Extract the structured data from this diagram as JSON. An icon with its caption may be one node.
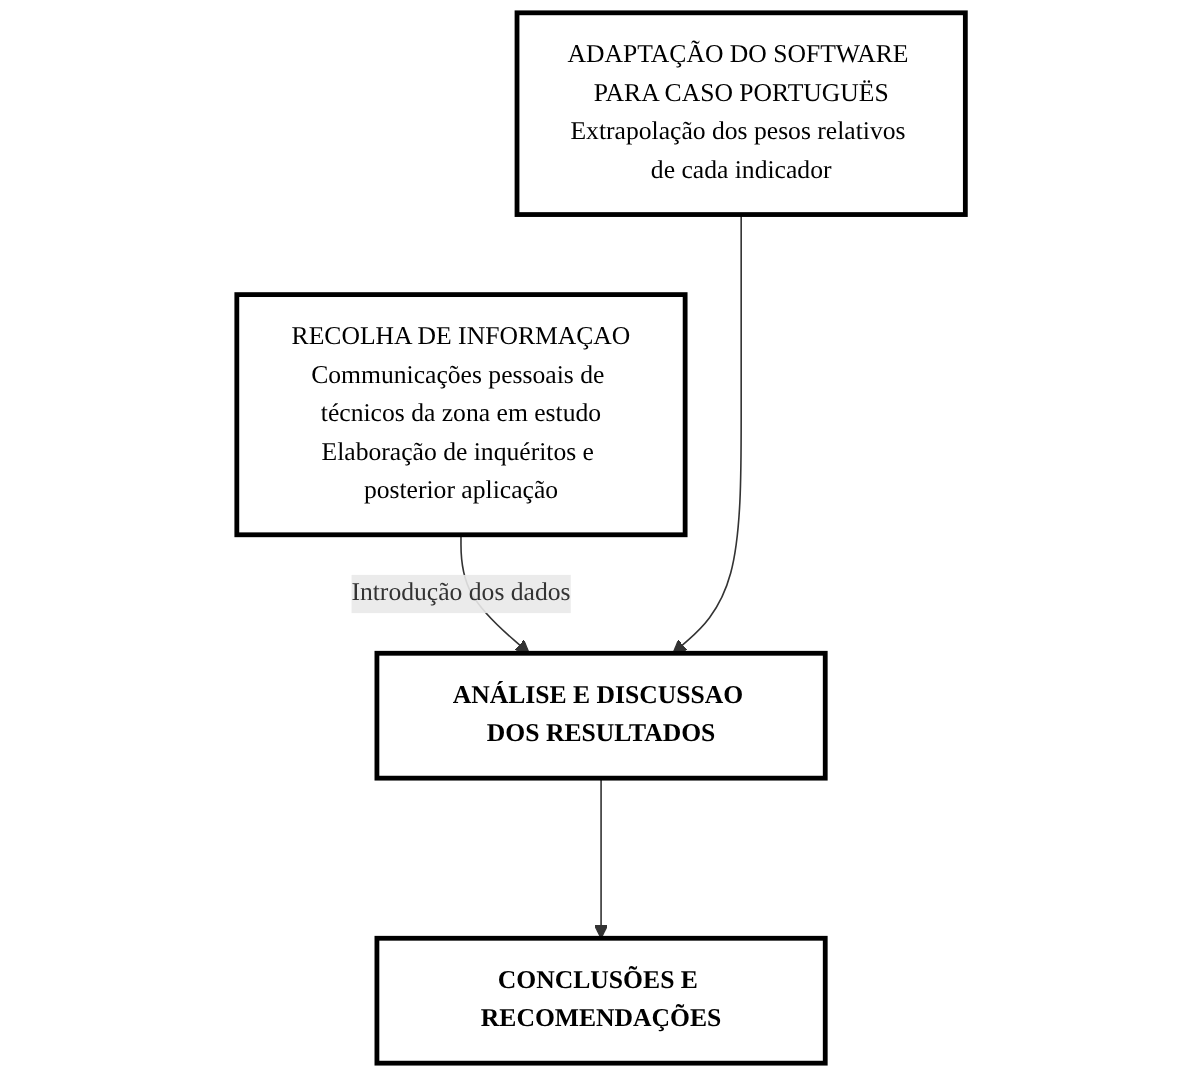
{
  "diagram": {
    "nodes": [
      {
        "text": [
          "RECOLHA DE INFORMAÇAO",
          "Communicações pessoais de técnicos da zona em estudo",
          "Elaboração de inquéritos e posterior aplicação"
        ]
      },
      {
        "text": [
          "ADAPTAÇÃO DO SOFTWARE PARA CASO PORTUGUËS",
          "Extrapolação dos pesos relativos de cada indicador"
        ]
      },
      {
        "text": [
          "ANÁLISE E DISCUSSAO DOS RESULTADOS"
        ]
      },
      {
        "text": [
          "CONCLUSÕES E RECOMENDAÇÕES"
        ]
      }
    ],
    "edges": [
      {
        "from": 0,
        "to": 2,
        "arrow": "to",
        "label": "Introdução dos dados"
      },
      {
        "from": 1,
        "to": 2,
        "arrow": "to"
      },
      {
        "from": 2,
        "to": 3,
        "arrow": "to"
      }
    ]
  }
}
